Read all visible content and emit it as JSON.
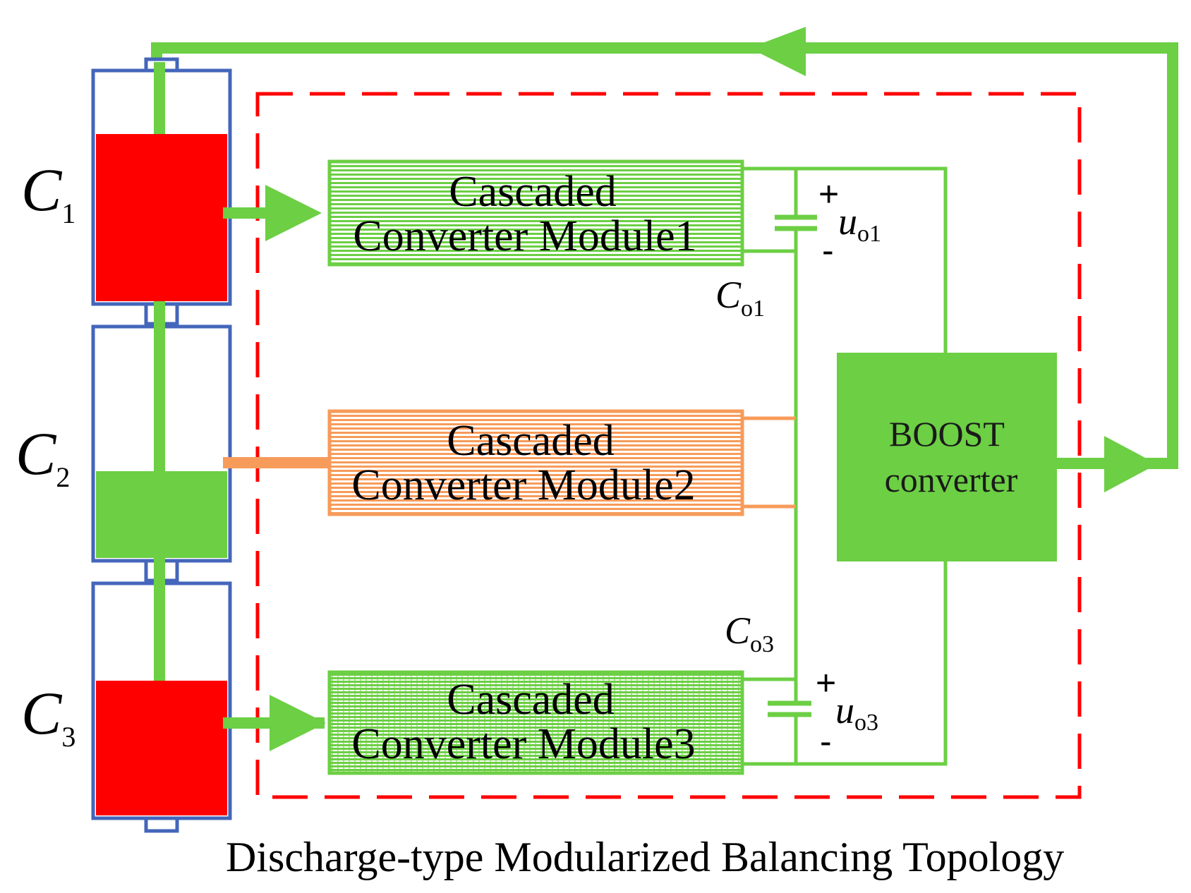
{
  "title": "Discharge-type Modularized Balancing Topology",
  "colors": {
    "green": "#6ccf44",
    "red_fill": "#ff0000",
    "orange": "#f79b5a",
    "blue_outline": "#4466bb",
    "dashed_red": "#ff0000"
  },
  "cells": [
    {
      "letter": "C",
      "sub": "1",
      "state": "high (red)"
    },
    {
      "letter": "C",
      "sub": "2",
      "state": "low (green)"
    },
    {
      "letter": "C",
      "sub": "3",
      "state": "high (red)"
    }
  ],
  "modules": [
    {
      "line1": "Cascaded",
      "line2": "Converter Module1",
      "color": "#6ccf44"
    },
    {
      "line1": "Cascaded",
      "line2": "Converter Module2",
      "color": "#f79b5a"
    },
    {
      "line1": "Cascaded",
      "line2": "Converter Module3",
      "color": "#6ccf44"
    }
  ],
  "capacitors": {
    "co1": {
      "letter": "C",
      "sub": "o1"
    },
    "co3": {
      "letter": "C",
      "sub": "o3"
    }
  },
  "voltages": {
    "uo1": {
      "letter": "u",
      "sub": "o1",
      "plus": "+",
      "minus": "-"
    },
    "uo3": {
      "letter": "u",
      "sub": "o3",
      "plus": "+",
      "minus": "-"
    }
  },
  "boost": {
    "line1": "BOOST",
    "line2": "converter"
  }
}
